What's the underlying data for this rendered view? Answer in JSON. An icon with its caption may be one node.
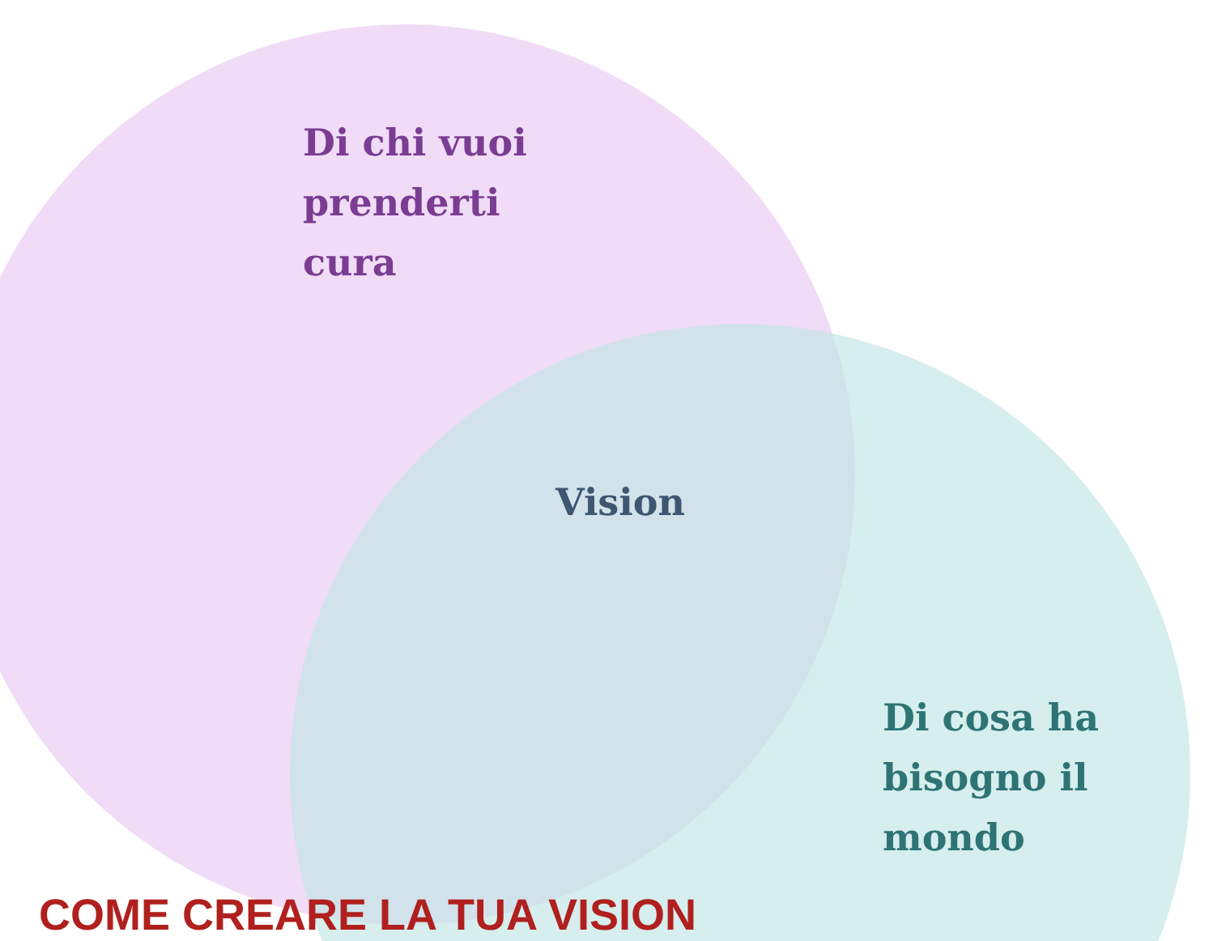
{
  "diagram": {
    "title": "COME CREARE LA TUA VISION",
    "nodes": [
      {
        "text": [
          "Di chi vuoi prenderti cura"
        ]
      },
      {
        "text": [
          "Di cosa ha bisogno il mondo"
        ]
      }
    ],
    "labels": [
      "Vision"
    ]
  }
}
